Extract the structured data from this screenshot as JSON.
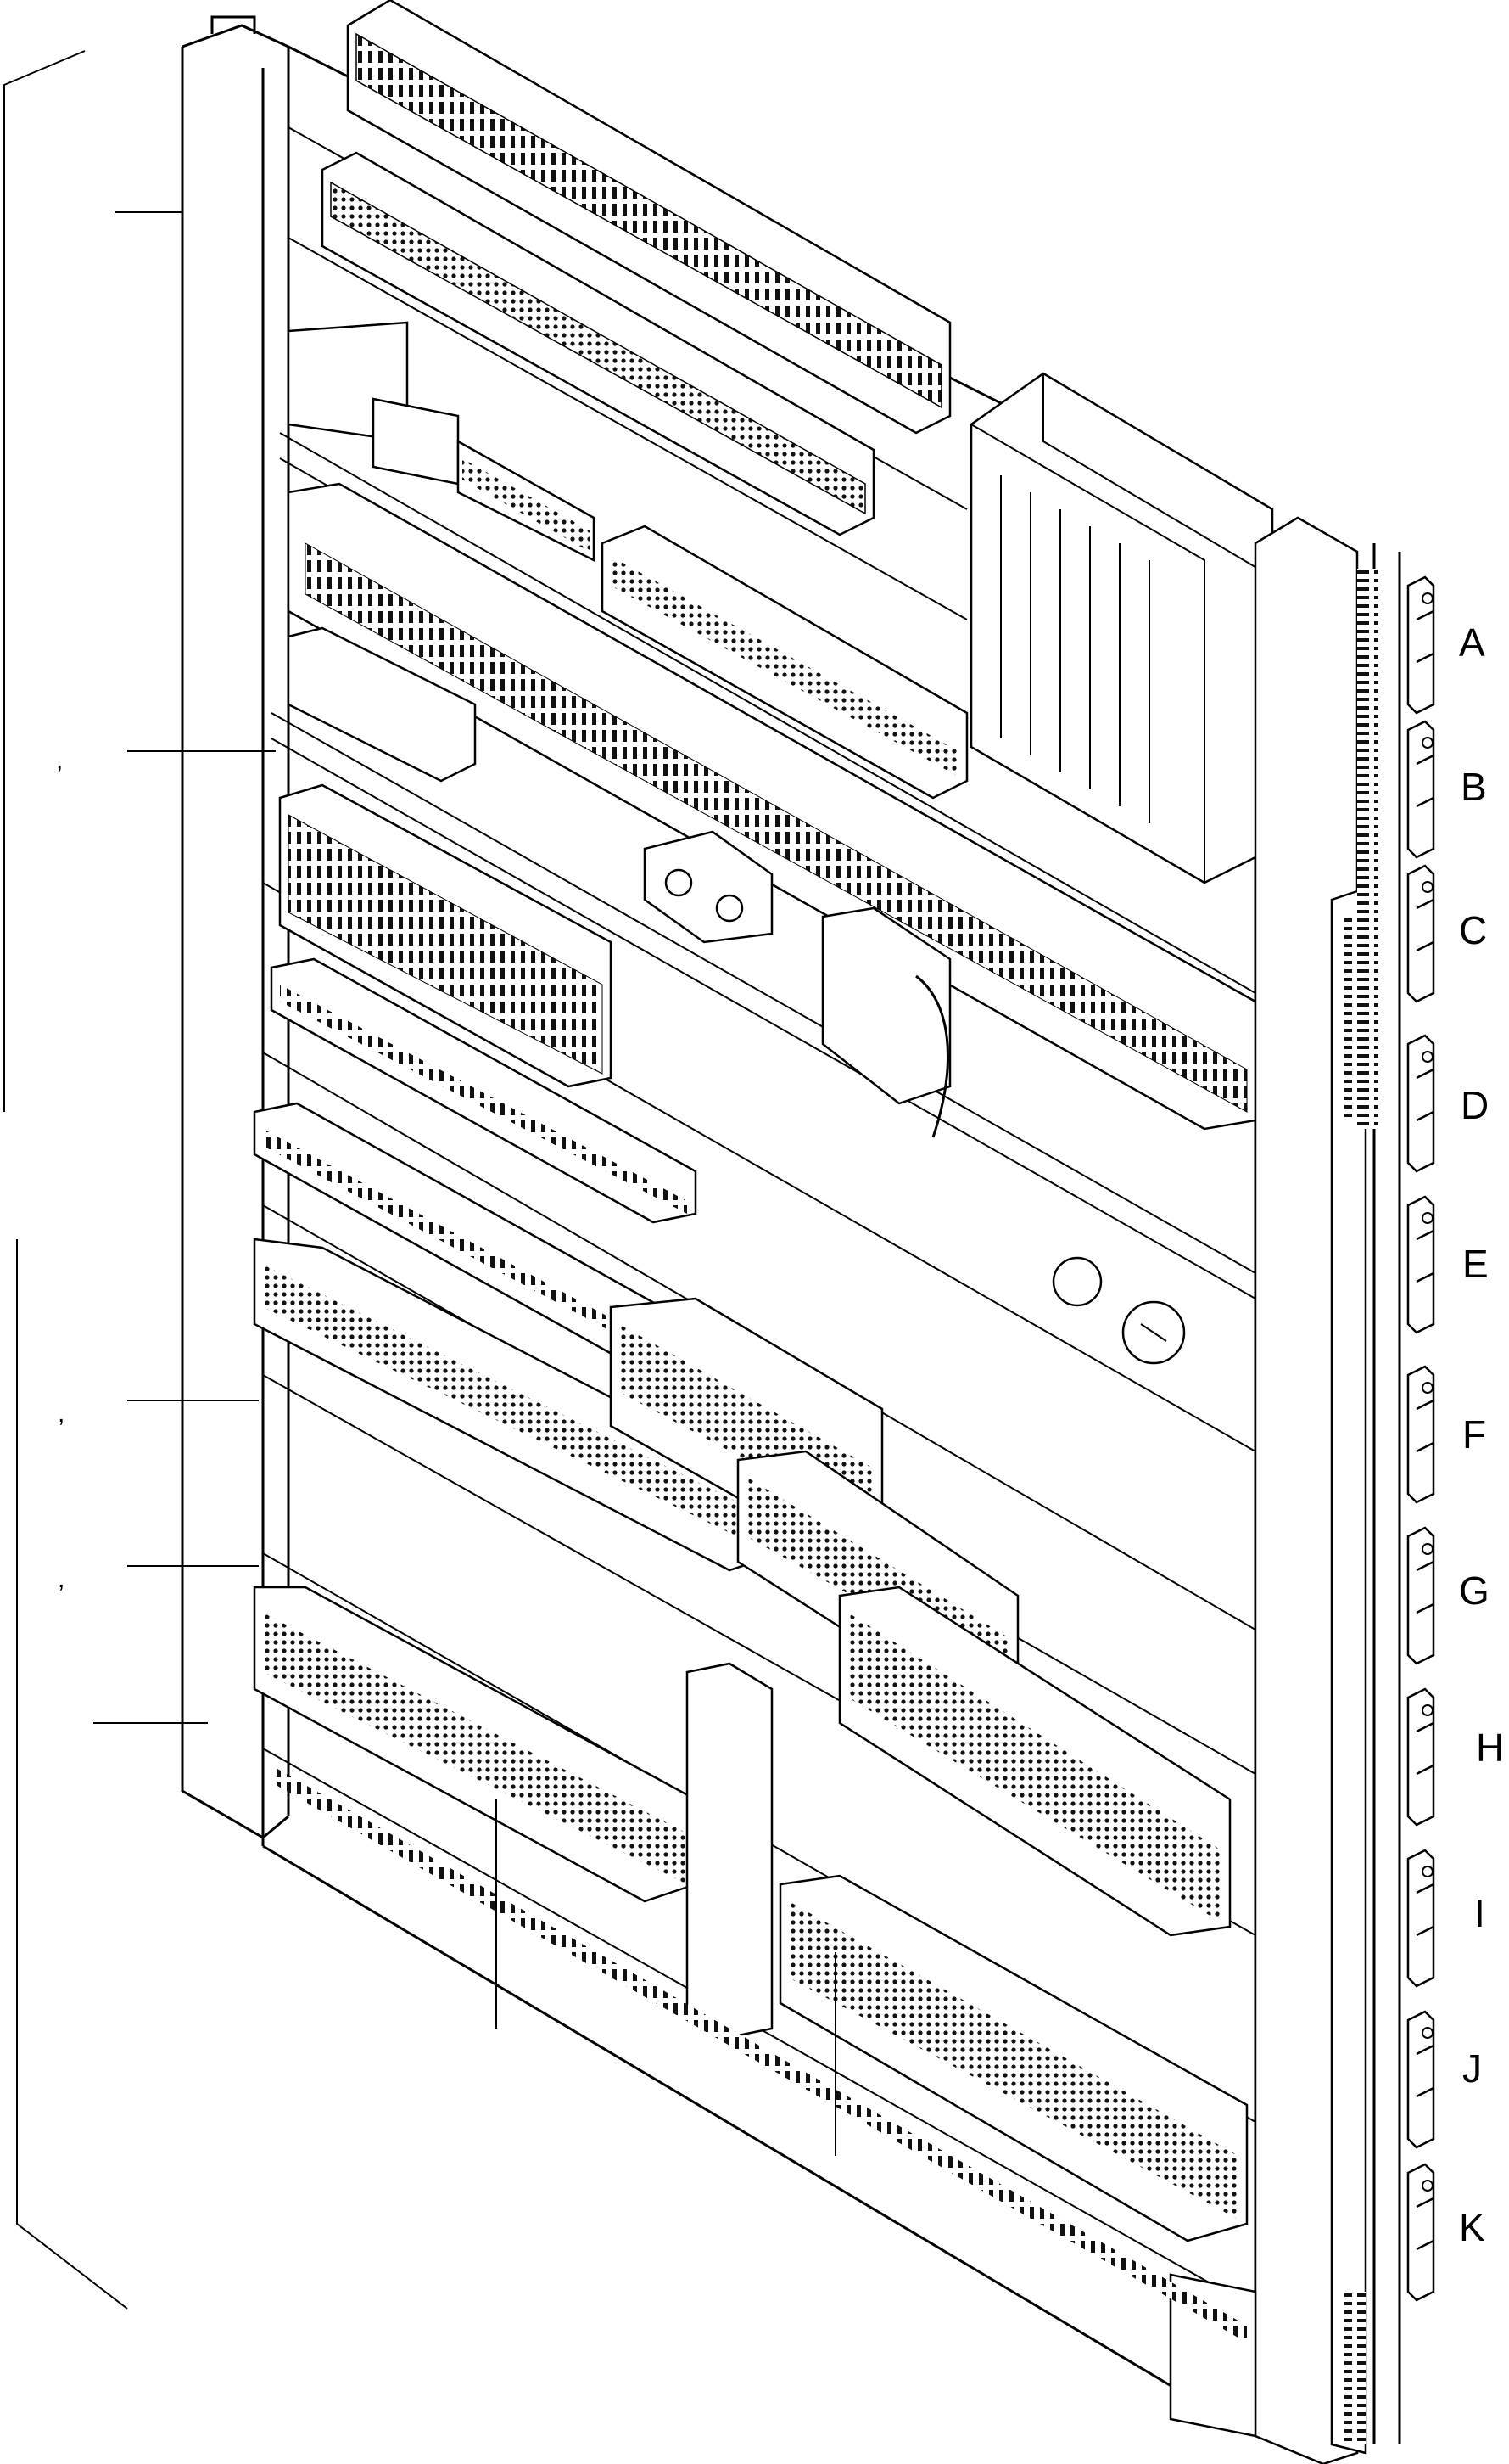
{
  "row_labels": [
    "A",
    "B",
    "C",
    "D",
    "E",
    "F",
    "G",
    "H",
    "I",
    "J",
    "K"
  ],
  "left_marks": [
    ",",
    ",",
    ","
  ],
  "colors": {
    "ink": "#000000",
    "paper": "#ffffff"
  },
  "icons": [
    "din-rail-terminal-icon",
    "relay-module-icon",
    "mounting-bracket-icon",
    "cable-duct-icon"
  ]
}
